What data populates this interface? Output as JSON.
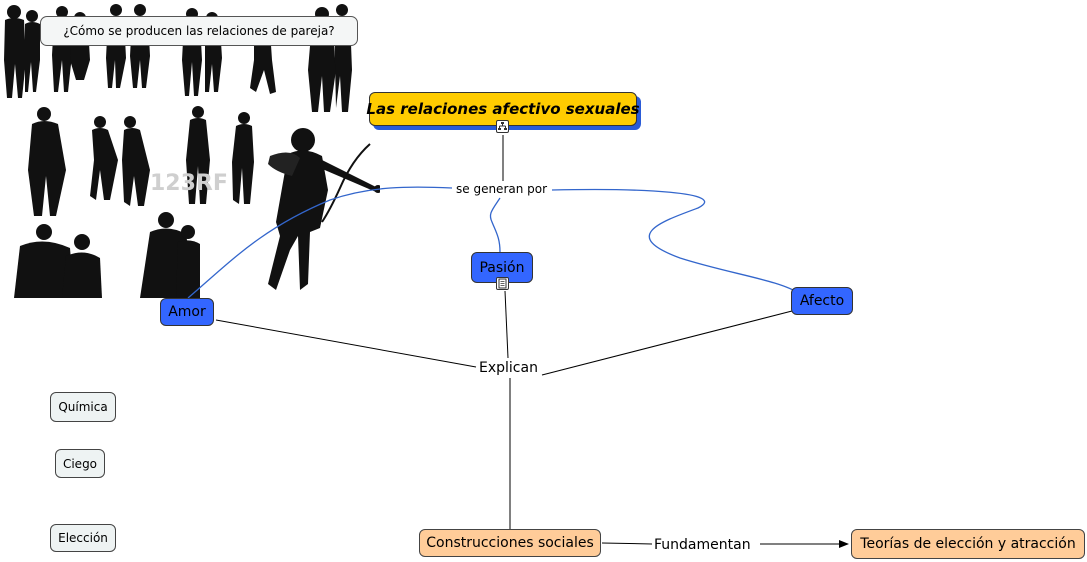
{
  "question": "¿Cómo se producen las relaciones de pareja?",
  "main_concept": "Las relaciones afectivo sexuales",
  "concepts": {
    "amor": "Amor",
    "pasion": "Pasión",
    "afecto": "Afecto",
    "quimica": "Química",
    "ciego": "Ciego",
    "eleccion": "Elección",
    "construcciones": "Construcciones sociales",
    "teorias": "Teorías de elección y atracción"
  },
  "links": {
    "se_generan_por": "se generan por",
    "explican": "Explican",
    "fundamentan": "Fundamentan"
  },
  "icons": {
    "concept_map_resource": "concept-map-icon",
    "document_resource": "document-icon"
  },
  "colors": {
    "main_concept_fill": "#ffcc00",
    "concept_fill": "#3366ff",
    "result_fill": "#ffcc99",
    "free_concept_fill": "#eef3f3",
    "curve_stroke": "#3366cc"
  }
}
